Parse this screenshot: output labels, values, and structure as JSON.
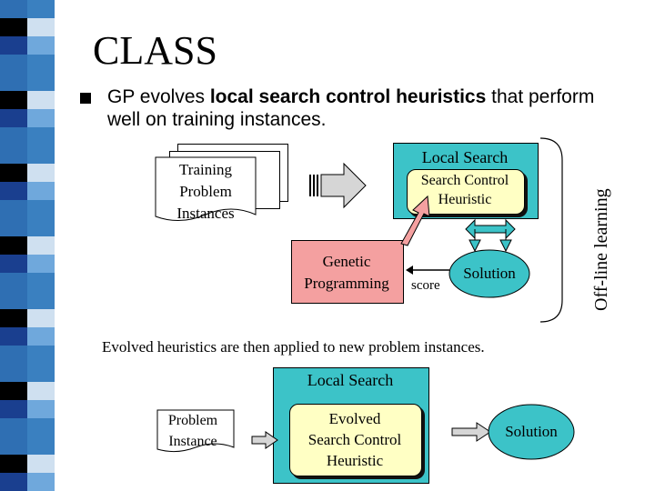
{
  "slide": {
    "title": "CLASS",
    "bullet": {
      "prefix": "GP evolves ",
      "bold": "local search control heuristics",
      "suffix": " that perform well on training instances."
    }
  },
  "offline_diagram": {
    "training_label_line1": "Training",
    "training_label_line2": "Problem",
    "training_label_line3": "Instances",
    "local_search_label": "Local Search",
    "heuristic_label_line1": "Search Control",
    "heuristic_label_line2": "Heuristic",
    "gp_label_line1": "Genetic",
    "gp_label_line2": "Programming",
    "score_label": "score",
    "solution_label": "Solution",
    "offline_label": "Off-line learning"
  },
  "caption": "Evolved heuristics are then applied to new problem instances.",
  "online_diagram": {
    "local_search_label": "Local Search",
    "problem_label_line1": "Problem",
    "problem_label_line2": "Instance",
    "heuristic_label_line1": "Evolved",
    "heuristic_label_line2": "Search Control",
    "heuristic_label_line3": "Heuristic",
    "solution_label": "Solution"
  },
  "colors": {
    "cyan": "#3cc3c8",
    "yellow": "#ffffc4",
    "pink": "#f4a0a0",
    "arrow_grey": "#d6d6d6"
  },
  "side_strip_colors": [
    "#2f6fb3",
    "#6fa8dc",
    "#1a3f8f",
    "#cfe0f0",
    "#000000",
    "#3a80c0"
  ]
}
